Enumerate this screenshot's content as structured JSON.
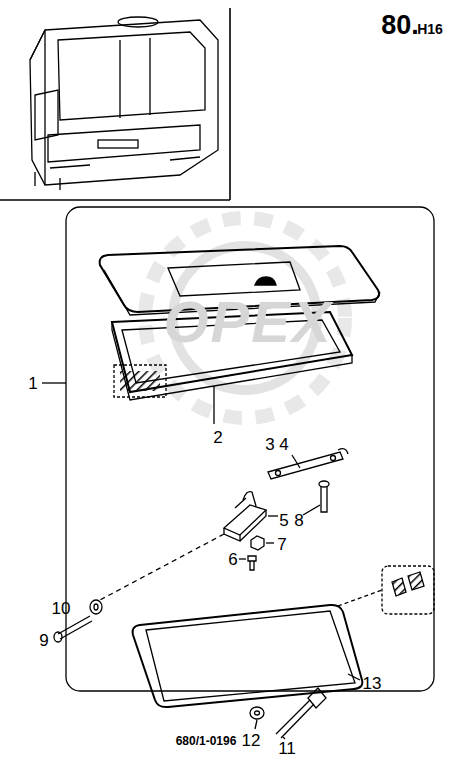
{
  "diagram": {
    "title": "80.",
    "labels": [
      "H16",
      "OPEX",
      "1",
      "2",
      "3",
      "4",
      "8",
      "5",
      "7",
      "6",
      "10",
      "9",
      "13",
      "12",
      "11",
      "680/1-0196"
    ]
  }
}
